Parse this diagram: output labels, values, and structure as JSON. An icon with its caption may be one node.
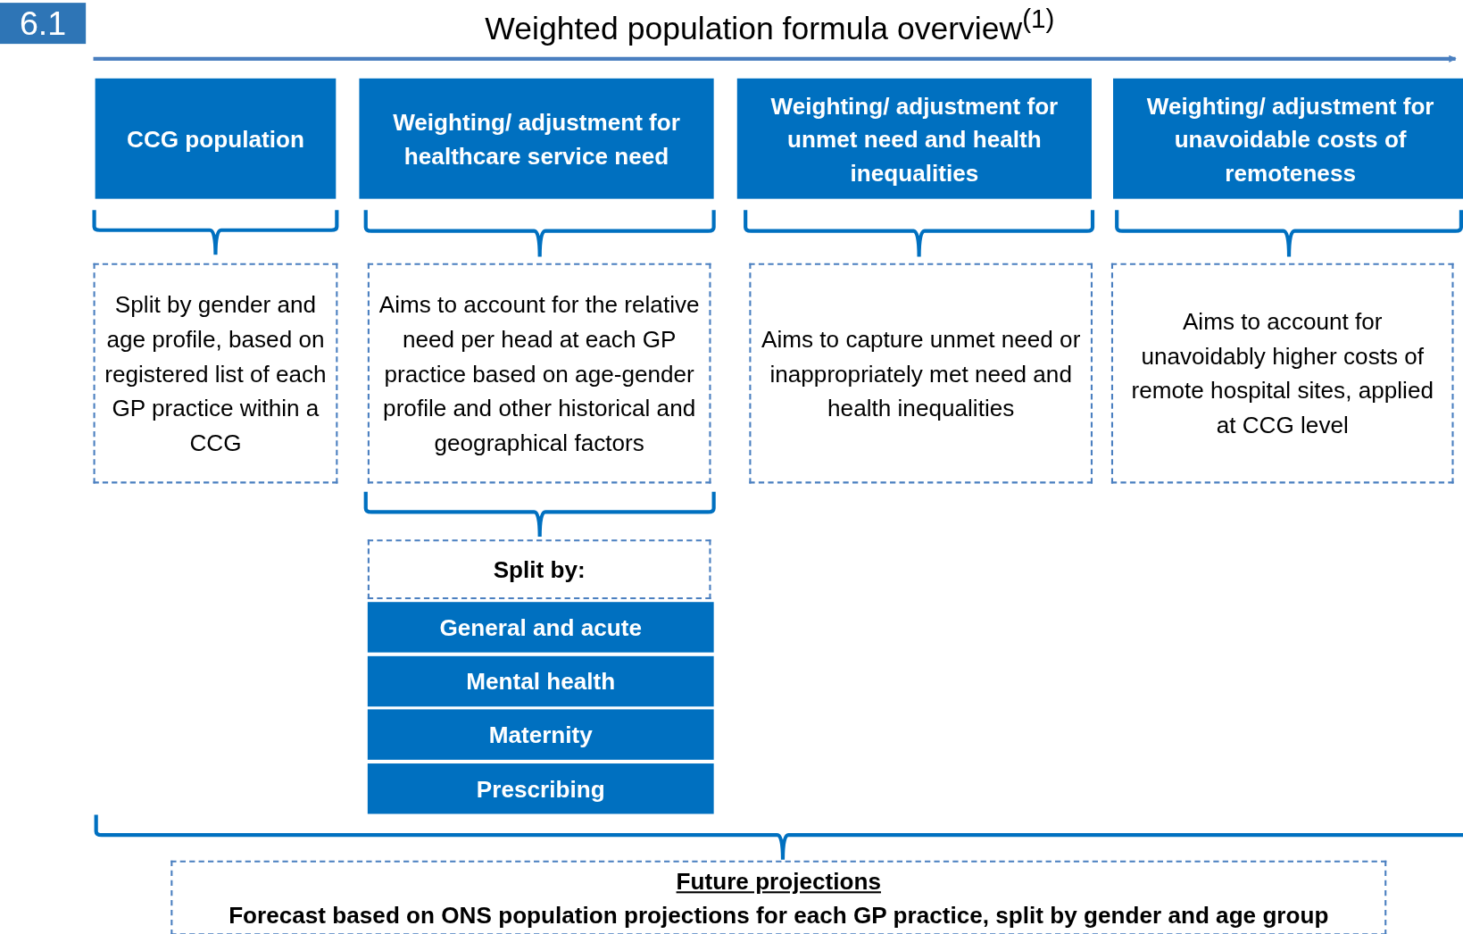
{
  "diagram": {
    "title": "Weighted population formula overview$^{(1)}$",
    "nodes": [
      {
        "text": [
          "CCG population"
        ]
      },
      {
        "text": [
          "Weighting/ adjustment for healthcare service need"
        ]
      },
      {
        "text": [
          "Weighting/ adjustment for unmet need and health inequalities"
        ]
      },
      {
        "text": [
          "Weighting/ adjustment for unavoidable costs of remoteness"
        ]
      },
      {
        "text": [
          "Split by gender and age profile, based on registered list of each GP practice within a CCG"
        ]
      },
      {
        "text": [
          "Aims to account for the relative need per head at each GP practice based on age-gender profile and other historical and geographical factors"
        ]
      },
      {
        "text": [
          "Aims to capture unmet need or inappropriately met need and health inequalities"
        ]
      },
      {
        "text": [
          "Aims to account for unavoidably higher costs of remote hospital sites, applied at CCG level"
        ]
      },
      {
        "text": [
          "Split by:"
        ]
      },
      {
        "text": [
          "General and acute"
        ]
      },
      {
        "text": [
          "Mental health"
        ]
      },
      {
        "text": [
          "Maternity"
        ]
      },
      {
        "text": [
          "Prescribing"
        ]
      },
      {
        "text": [
          "Future projections",
          "Forecast based on ONS population projections for each GP practice, split by gender and age group"
        ]
      }
    ],
    "labels": [
      "6.1"
    ]
  }
}
